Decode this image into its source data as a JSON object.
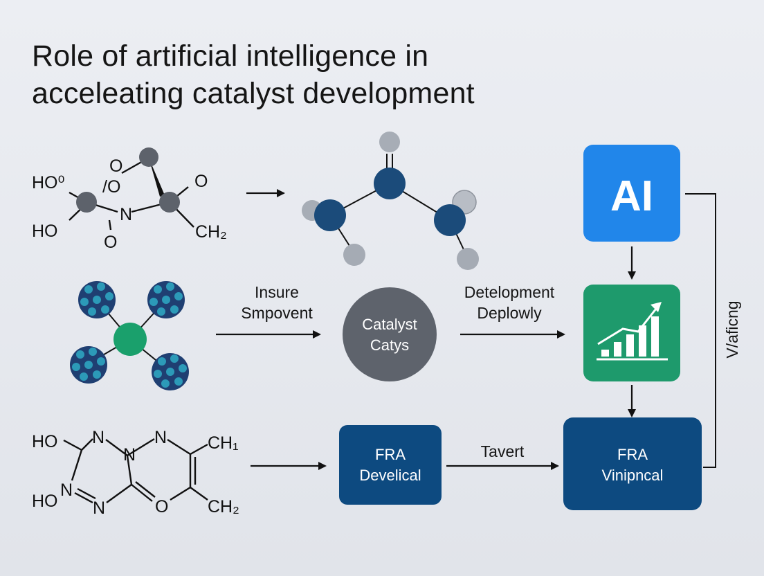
{
  "title": {
    "line1": "Role of artificial intelligence in",
    "line2": "acceleating catalyst development"
  },
  "molecule_top": {
    "labels": [
      "HO⁰",
      "HO",
      "O",
      "/O",
      "O",
      "N",
      "O",
      "CH₂"
    ]
  },
  "molecule_bottom": {
    "labels": [
      "HO",
      "N",
      "N",
      "N",
      "CH₁",
      "HO",
      "N",
      "O",
      "CH₂"
    ]
  },
  "row2": {
    "left_label_line1": "Insure",
    "left_label_line2": "Smpovent",
    "circle_line1": "Catalyst",
    "circle_line2": "Catys",
    "right_label_line1": "Detelopment",
    "right_label_line2": "Deplowly"
  },
  "row3": {
    "box1_line1": "FRA",
    "box1_line2": "Develical",
    "arrow_label": "Tavert",
    "box2_line1": "FRA",
    "box2_line2": "Vinipncal"
  },
  "ai_box": {
    "label": "AI"
  },
  "side_label": "V/aficng",
  "colors": {
    "ai_blue": "#2186ea",
    "green": "#1e9a6c",
    "navy": "#0d4a80",
    "circle_gray": "#5e636c",
    "atom_dark": "#1b4b7a",
    "atom_gray": "#a5abb4",
    "cluster_teal": "#2a8aa6",
    "cluster_dark": "#1f3f72",
    "cluster_center": "#1aa06c"
  },
  "icons": [
    "right-arrow",
    "down-arrow",
    "growth-chart-icon",
    "molecule-icon",
    "nanocluster-icon"
  ]
}
